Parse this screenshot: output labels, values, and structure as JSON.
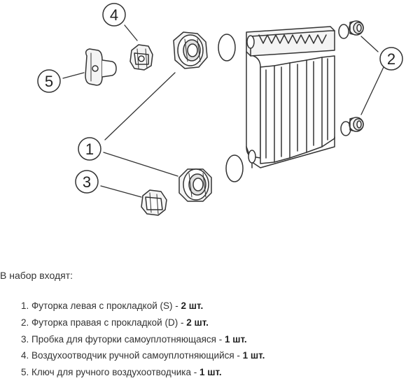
{
  "diagram": {
    "callouts": [
      {
        "id": "1",
        "label": "1"
      },
      {
        "id": "2",
        "label": "2"
      },
      {
        "id": "3",
        "label": "3"
      },
      {
        "id": "4",
        "label": "4"
      },
      {
        "id": "5",
        "label": "5"
      }
    ]
  },
  "kit": {
    "heading": "В набор входят:",
    "items": [
      {
        "number": "1.",
        "text": "Футорка левая с прокладкой (S) - ",
        "qty": "2 шт."
      },
      {
        "number": "2.",
        "text": "Футорка правая с прокладкой (D) - ",
        "qty": "2 шт."
      },
      {
        "number": "3.",
        "text": "Пробка для футорки самоуплотняющаяся - ",
        "qty": "1 шт."
      },
      {
        "number": "4.",
        "text": "Воздухоотводчик ручной самоуплотняющийся - ",
        "qty": "1 шт."
      },
      {
        "number": "5.",
        "text": "Ключ для ручного воздухоотводчика - ",
        "qty": "1 шт."
      }
    ]
  }
}
